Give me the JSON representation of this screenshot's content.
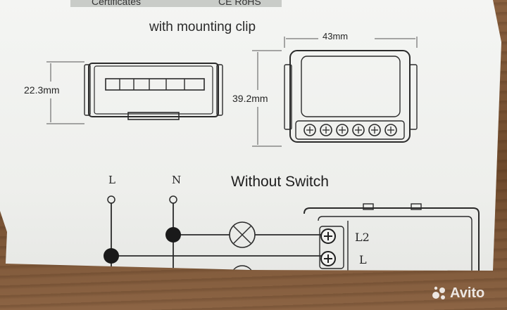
{
  "document": {
    "header_row": {
      "label": "Certificates",
      "value": "CE RoHS"
    },
    "section_title": "with mounting clip",
    "dimensions": {
      "width": "43mm",
      "height": "39.2mm",
      "depth": "22.3mm"
    },
    "wiring": {
      "title": "Without Switch",
      "terminals": {
        "live": "L",
        "neutral": "N"
      },
      "module_labels": {
        "output": "L2",
        "input": "L"
      }
    }
  },
  "watermark": {
    "text": "Avito"
  },
  "colors": {
    "paper": "#eeefec",
    "ink": "#262626",
    "wood": "#7a5636"
  }
}
